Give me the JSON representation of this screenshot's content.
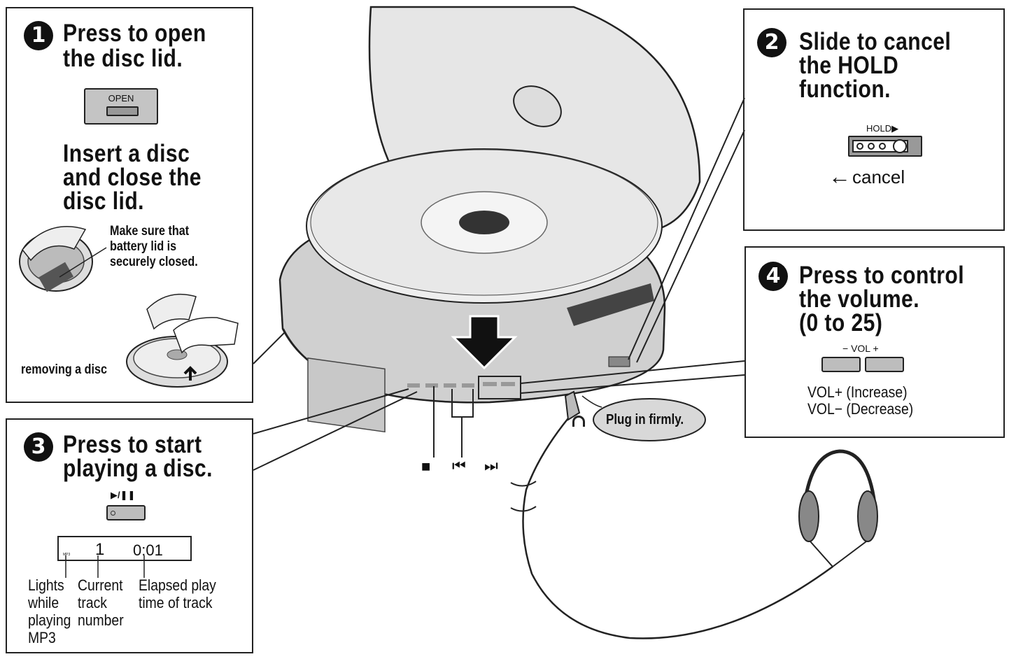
{
  "step1": {
    "number": "1",
    "title_line1": "Press to open",
    "title_line2": "the disc lid.",
    "open_label": "OPEN",
    "insert_line1": "Insert a disc",
    "insert_line2": "and close the",
    "insert_line3": "disc lid.",
    "note_line1": "Make sure that",
    "note_line2": "battery lid is",
    "note_line3": "securely closed.",
    "removing_label": "removing a disc"
  },
  "step2": {
    "number": "2",
    "title_line1": "Slide to cancel",
    "title_line2": "the HOLD",
    "title_line3": "function.",
    "hold_label": "HOLD▶",
    "cancel_label": "cancel"
  },
  "step3": {
    "number": "3",
    "title_line1": "Press to start",
    "title_line2": "playing a disc.",
    "play_label": "▶/❚❚",
    "display_mp3": "MP3",
    "display_track": "1",
    "display_time": "0:01",
    "callout1": "Lights\nwhile\nplaying\nMP3",
    "callout2": "Current\ntrack\nnumber",
    "callout3": "Elapsed play\ntime of track"
  },
  "step4": {
    "number": "4",
    "title_line1": "Press to control",
    "title_line2": "the volume.",
    "title_line3": "(0 to 25)",
    "vol_label": "− VOL +",
    "vol_plus": "VOL+ (Increase)",
    "vol_minus": "VOL− (Decrease)"
  },
  "player": {
    "stop_symbol": "■",
    "prev_symbol": "⏮",
    "next_symbol": "⏭",
    "plug_label": "Plug in firmly.",
    "headphone_icon": "headphone-icon"
  }
}
